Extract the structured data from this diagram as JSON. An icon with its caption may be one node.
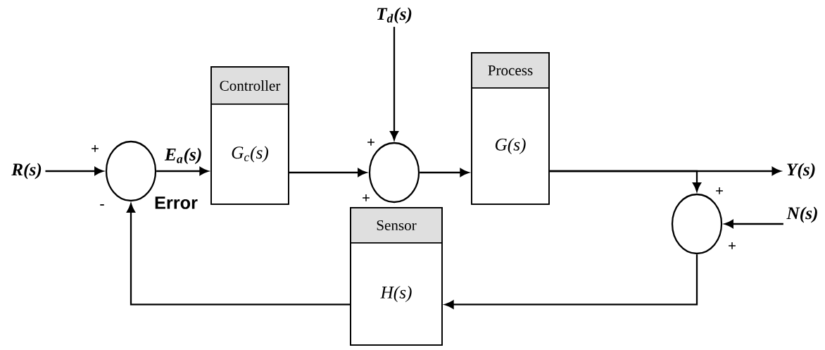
{
  "diagram": {
    "nodes": [
      {
        "text": [
          "R(s)"
        ]
      },
      {
        "text": [],
        "shape": "circle"
      },
      {
        "text": [
          "Controller",
          "G$_{c}$(s)"
        ]
      },
      {
        "text": [
          "T$_{d}$(s)"
        ]
      },
      {
        "text": [],
        "shape": "circle"
      },
      {
        "text": [
          "Process",
          "G(s)"
        ]
      },
      {
        "text": [
          "Y(s)"
        ]
      },
      {
        "text": [],
        "shape": "circle"
      },
      {
        "text": [
          "N(s)"
        ]
      },
      {
        "text": [
          "Sensor",
          "H(s)"
        ]
      }
    ],
    "edges": [
      {
        "from": 0,
        "to": 1,
        "arrow": "to"
      },
      {
        "from": 1,
        "to": 2,
        "arrow": "to",
        "label": "E$_{a}$(s)"
      },
      {
        "from": 2,
        "to": 4,
        "arrow": "to"
      },
      {
        "from": 3,
        "to": 4,
        "arrow": "to"
      },
      {
        "from": 4,
        "to": 5,
        "arrow": "to"
      },
      {
        "from": 5,
        "to": 6,
        "arrow": "to"
      },
      {
        "from": 5,
        "to": 7,
        "arrow": "to"
      },
      {
        "from": 8,
        "to": 7,
        "arrow": "to"
      },
      {
        "from": 7,
        "to": 9,
        "arrow": "to"
      },
      {
        "from": 9,
        "to": 1,
        "arrow": "to"
      }
    ],
    "labels": [
      "+",
      "Error",
      "-",
      "+",
      "+",
      "+",
      "+"
    ]
  }
}
